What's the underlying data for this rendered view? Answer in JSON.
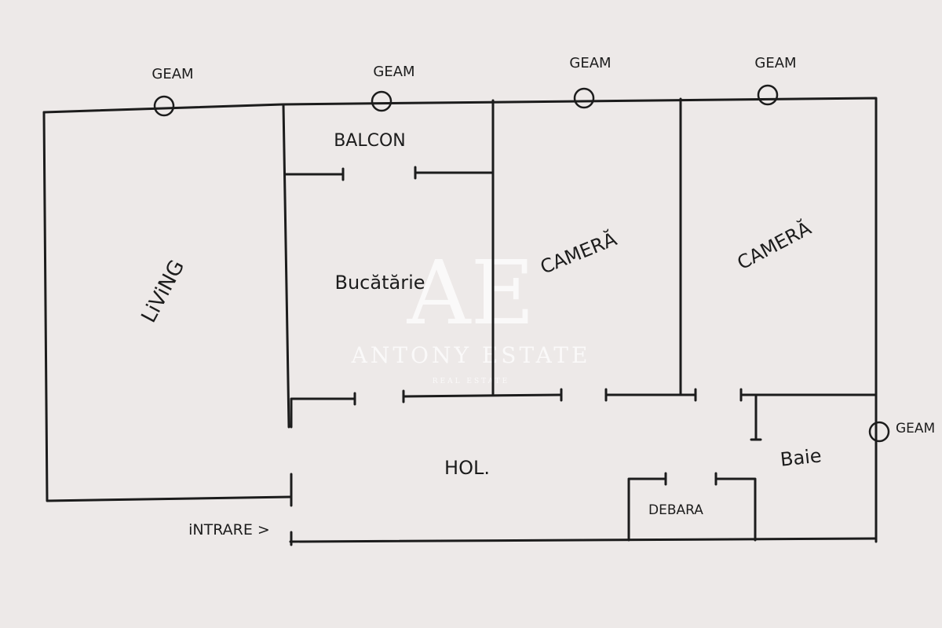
{
  "plan": {
    "windows": [
      "GEAM",
      "GEAM",
      "GEAM",
      "GEAM",
      "GEAM"
    ],
    "rooms": {
      "living": "LiViNG",
      "balcon": "BALCON",
      "bucatarie": "Bucătărie",
      "camera_1": "CAMERĂ",
      "camera_2": "CAMERĂ",
      "hol": "HOL.",
      "baie": "Baie",
      "debara": "DEBARA"
    },
    "entrance": "iNTRARE >"
  },
  "watermark": {
    "logo": "AE",
    "name": "ANTONY ESTATE",
    "tagline": "REAL ESTATE"
  },
  "colors": {
    "paper": "#ede9e8",
    "ink": "#1c1c1c",
    "watermark": "#ffffff"
  }
}
